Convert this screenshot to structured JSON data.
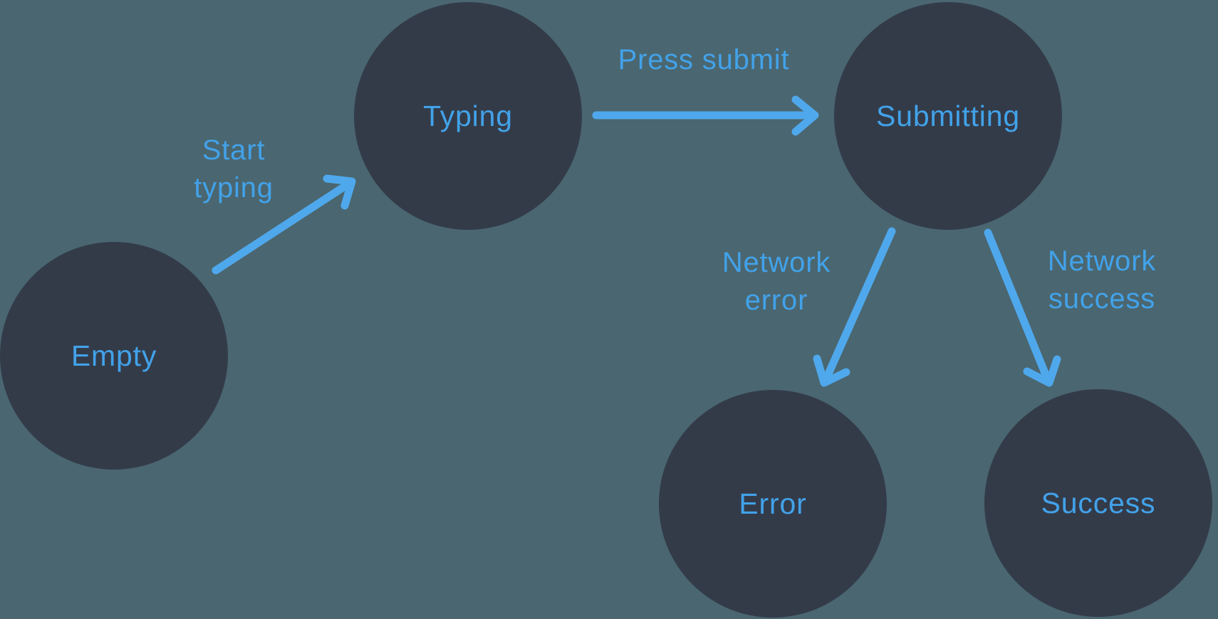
{
  "colors": {
    "background": "#4A6670",
    "node_fill": "#333B49",
    "label_blue": "#42A2E9",
    "arrow_blue": "#4FA8EC"
  },
  "nodes": [
    {
      "id": "empty",
      "label": "Empty"
    },
    {
      "id": "typing",
      "label": "Typing"
    },
    {
      "id": "submitting",
      "label": "Submitting"
    },
    {
      "id": "error",
      "label": "Error"
    },
    {
      "id": "success",
      "label": "Success"
    }
  ],
  "edges": [
    {
      "id": "start-typing",
      "from": "empty",
      "to": "typing",
      "label": "Start typing",
      "label_lines": [
        "Start",
        "typing"
      ]
    },
    {
      "id": "press-submit",
      "from": "typing",
      "to": "submitting",
      "label": "Press submit",
      "label_lines": [
        "Press submit"
      ]
    },
    {
      "id": "network-error",
      "from": "submitting",
      "to": "error",
      "label": "Network error",
      "label_lines": [
        "Network",
        "error"
      ]
    },
    {
      "id": "network-success",
      "from": "submitting",
      "to": "success",
      "label": "Network success",
      "label_lines": [
        "Network",
        "success"
      ]
    }
  ]
}
